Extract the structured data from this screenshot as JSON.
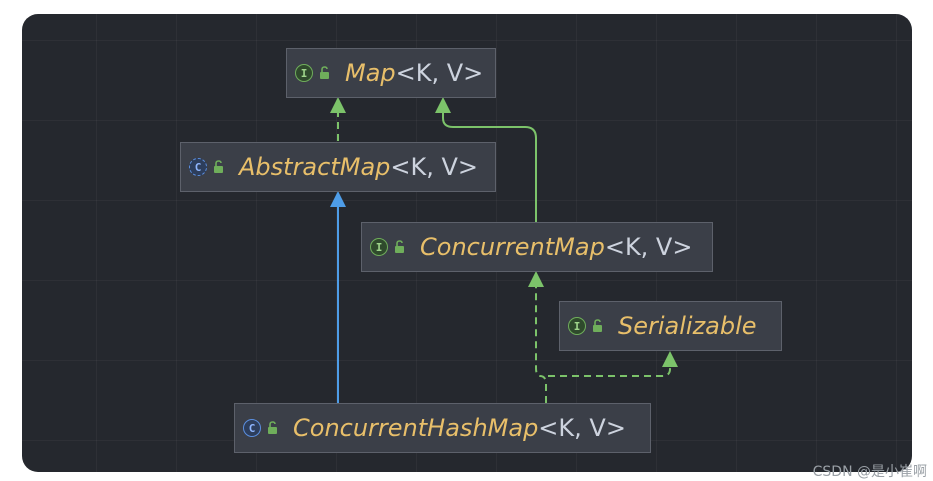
{
  "diagram": {
    "nodes": [
      {
        "id": "map",
        "kind": "I",
        "kind_icon": "interface-icon",
        "name": "Map",
        "params": "<K, V>"
      },
      {
        "id": "abstractmap",
        "kind": "C",
        "kind_icon": "abstract-class-icon",
        "name": "AbstractMap",
        "params": "<K, V>"
      },
      {
        "id": "concurrentmap",
        "kind": "I",
        "kind_icon": "interface-icon",
        "name": "ConcurrentMap",
        "params": "<K, V>"
      },
      {
        "id": "serializable",
        "kind": "I",
        "kind_icon": "interface-icon",
        "name": "Serializable",
        "params": ""
      },
      {
        "id": "concurrenthashmap",
        "kind": "C",
        "kind_icon": "class-icon",
        "name": "ConcurrentHashMap",
        "params": "<K, V>"
      }
    ],
    "edges": [
      {
        "from": "abstractmap",
        "to": "map",
        "relation": "implements",
        "style": "dashed",
        "color": "#7cc36a"
      },
      {
        "from": "concurrentmap",
        "to": "map",
        "relation": "extends",
        "style": "solid",
        "color": "#7cc36a"
      },
      {
        "from": "concurrenthashmap",
        "to": "abstractmap",
        "relation": "extends",
        "style": "solid",
        "color": "#4e9de8"
      },
      {
        "from": "concurrenthashmap",
        "to": "concurrentmap",
        "relation": "implements",
        "style": "dashed",
        "color": "#7cc36a"
      },
      {
        "from": "concurrenthashmap",
        "to": "serializable",
        "relation": "implements",
        "style": "dashed",
        "color": "#7cc36a"
      }
    ],
    "colors": {
      "background": "#25282e",
      "node_fill": "#3b3f48",
      "class_name": "#e8bf6a",
      "interface_arrow": "#7cc36a",
      "class_arrow": "#4e9de8"
    }
  },
  "watermark": "CSDN @是小崔啊"
}
